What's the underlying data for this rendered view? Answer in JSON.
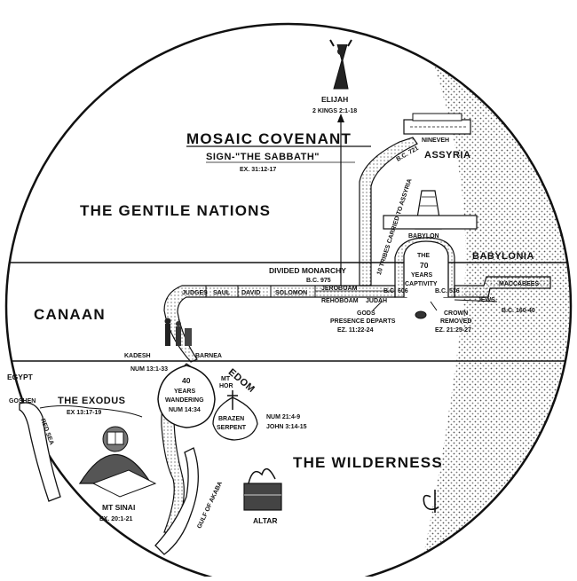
{
  "title": {
    "main": "MOSAIC COVENANT",
    "sign": "SIGN-\"THE SABBATH\"",
    "ref": "EX. 31:12-17"
  },
  "regions": {
    "gentile": "THE GENTILE NATIONS",
    "canaan": "CANAAN",
    "wilderness": "THE WILDERNESS",
    "babylonia": "BABYLONIA",
    "assyria": "ASSYRIA",
    "egypt": "EGYPT",
    "edom": "EDOM"
  },
  "elijah": {
    "name": "ELIJAH",
    "ref": "2 KINGS 2:1-18"
  },
  "nineveh": "NINEVEH",
  "babylon": "BABYLON",
  "assyria_path": "10 TRIBES CARRIED TO ASSYRIA",
  "assyria_date": "B.C. 721",
  "monarchy": {
    "label": "DIVIDED MONARCHY",
    "date": "B.C. 975"
  },
  "period": [
    "JUDGES",
    "SAUL",
    "DAVID",
    "SOLOMON"
  ],
  "jeroboam": "JEROBOAM",
  "rehoboam": "REHOBOAM",
  "judah": "JUDAH",
  "bc606": "B.C. 606",
  "bc536": "B.C. 536",
  "captivity": [
    "THE",
    "70",
    "YEARS",
    "CAPTIVITY"
  ],
  "maccabees": "MACCABEES",
  "jews": "JEWS",
  "bc160": "B.C. 160-40",
  "gods_presence": {
    "l1": "GODS",
    "l2": "PRESENCE DEPARTS",
    "ref": "EZ. 11:22-24"
  },
  "crown": {
    "l1": "CROWN",
    "l2": "REMOVED",
    "ref": "EZ. 21:25-27"
  },
  "kadesh": {
    "a": "KADESH",
    "b": "BARNEA",
    "ref": "NUM 13:1-33"
  },
  "wandering": {
    "l1": "40",
    "l2": "YEARS",
    "l3": "WANDERING",
    "ref": "NUM 14:34"
  },
  "mt_hor": {
    "l1": "MT",
    "l2": "HOR"
  },
  "serpent": {
    "l1": "BRAZEN",
    "l2": "SERPENT",
    "ref1": "NUM 21:4-9",
    "ref2": "JOHN 3:14-15"
  },
  "exodus": {
    "label": "THE EXODUS",
    "ref": "EX 13:17-19"
  },
  "goshen": "GOSHEN",
  "red_sea": "RED SEA",
  "sinai": {
    "label": "MT SINAI",
    "ref": "EX. 20:1-21"
  },
  "gulf": "GULF OF AKABA",
  "altar": "ALTAR",
  "signature": "CL",
  "colors": {
    "ink": "#111111",
    "paper": "#ffffff",
    "shade": "#9a9a9a"
  }
}
